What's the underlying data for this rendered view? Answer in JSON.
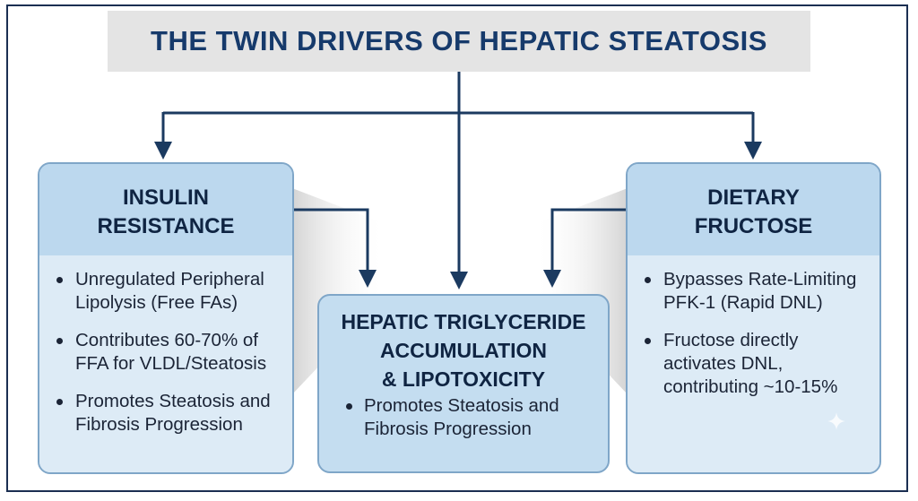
{
  "title": "THE TWIN DRIVERS OF HEPATIC STEATOSIS",
  "left_box": {
    "heading": [
      "INSULIN",
      "RESISTANCE"
    ],
    "items": [
      [
        "Unregulated Peripheral",
        "Lipolysis (Free FAs)"
      ],
      [
        "Contributes 60-70% of",
        "FFA for VLDL/Steatosis"
      ],
      [
        "Promotes Steatosis and",
        "Fibrosis Progression"
      ]
    ]
  },
  "center_box": {
    "heading": [
      "HEPATIC TRIGLYCERIDE",
      "ACCUMULATION",
      "& LIPOTOXICITY"
    ],
    "items": [
      [
        "Promotes Steatosis and",
        "Fibrosis Progression"
      ]
    ]
  },
  "right_box": {
    "heading": [
      "DIETARY",
      "FRUCTOSE"
    ],
    "items": [
      [
        "Bypasses Rate-Limiting",
        "PFK-1 (Rapid DNL)"
      ],
      [
        "Fructose directly",
        "activates DNL,",
        "contributing ~10-15%"
      ]
    ]
  },
  "colors": {
    "title_text": "#163a6b",
    "connector": "#1b3a60",
    "box_border": "#7fa6c8",
    "box_fill": "#d3e6f4"
  }
}
